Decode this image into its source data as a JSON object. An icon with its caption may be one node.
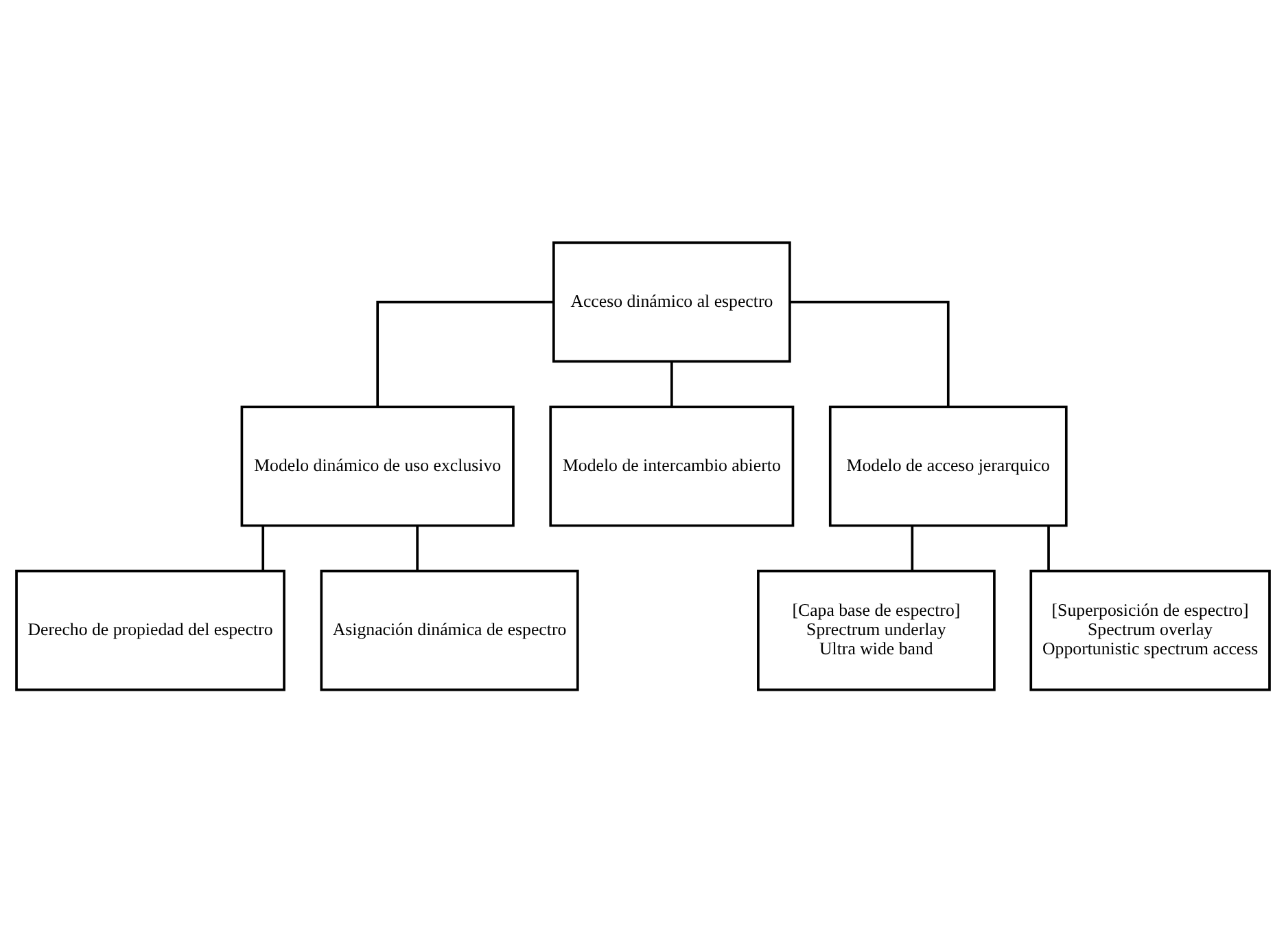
{
  "diagram": {
    "nodes": [
      {
        "text": [
          "Acceso dinámico al espectro"
        ]
      },
      {
        "text": [
          "Modelo dinámico de uso exclusivo"
        ]
      },
      {
        "text": [
          "Modelo de intercambio abierto"
        ]
      },
      {
        "text": [
          "Modelo de acceso jerarquico"
        ]
      },
      {
        "text": [
          "Derecho de propiedad del espectro"
        ]
      },
      {
        "text": [
          "Asignación dinámica de espectro"
        ]
      },
      {
        "text": [
          "[Capa base de espectro]",
          "Sprectrum underlay",
          "Ultra wide band"
        ]
      },
      {
        "text": [
          "[Superposición de espectro]",
          "Spectrum overlay",
          "Opportunistic spectrum access"
        ]
      }
    ],
    "edges": [
      {
        "from": 0,
        "to": 1,
        "arrow": "none"
      },
      {
        "from": 0,
        "to": 2,
        "arrow": "none"
      },
      {
        "from": 0,
        "to": 3,
        "arrow": "none"
      },
      {
        "from": 1,
        "to": 4,
        "arrow": "none"
      },
      {
        "from": 1,
        "to": 5,
        "arrow": "none"
      },
      {
        "from": 3,
        "to": 6,
        "arrow": "none"
      },
      {
        "from": 3,
        "to": 7,
        "arrow": "none"
      }
    ]
  }
}
